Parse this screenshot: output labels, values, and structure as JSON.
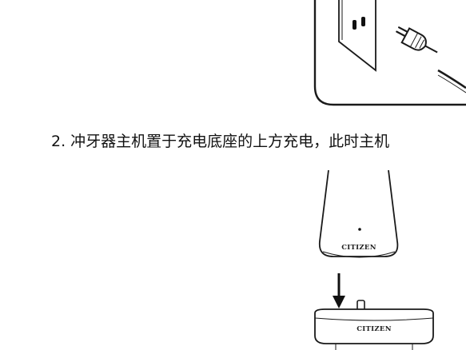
{
  "document": {
    "step_2_text": "2. 冲牙器主机置于充电底座的上方充电，此时主机",
    "brand_on_handset": "CITIZEN",
    "brand_on_dock": "CITIZEN"
  },
  "colors": {
    "line": "#1a1a1a",
    "background": "#ffffff"
  }
}
